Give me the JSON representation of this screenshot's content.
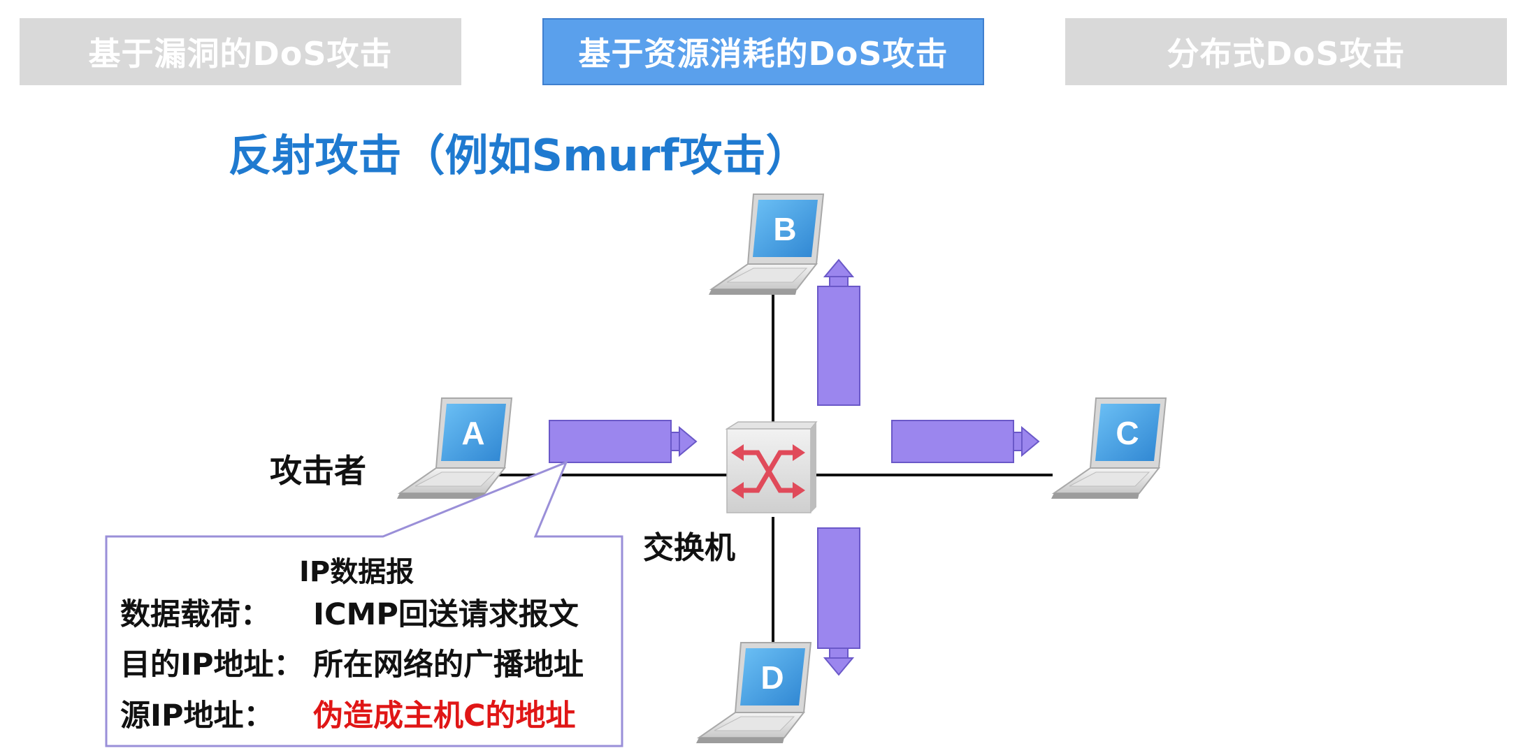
{
  "tabs": [
    {
      "label": "基于漏洞的DoS攻击",
      "active": false
    },
    {
      "label": "基于资源消耗的DoS攻击",
      "active": true
    },
    {
      "label": "分布式DoS攻击",
      "active": false
    }
  ],
  "title": "反射攻击（例如Smurf攻击）",
  "nodes": {
    "A": "A",
    "B": "B",
    "C": "C",
    "D": "D"
  },
  "attacker_label": "攻击者",
  "switch_label": "交换机",
  "packet": {
    "heading": "IP数据报",
    "rows": [
      {
        "label": "数据载荷：",
        "value": "ICMP回送请求报文"
      },
      {
        "label": "目的IP地址：",
        "value": "所在网络的广播地址"
      },
      {
        "label": "源IP地址：",
        "value": "伪造成主机C的地址"
      }
    ]
  },
  "colors": {
    "tab_active": "#5aa0ec",
    "tab_inactive": "#d9d9d9",
    "title": "#1f7ad0",
    "arrow_fill": "#9b86ee",
    "arrow_stroke": "#6a58c8",
    "spoofed_text": "#e01616",
    "laptop_screen": "#4aa3e6",
    "switch_arrows": "#e04a5a"
  },
  "icons": {
    "laptop": "laptop-icon",
    "switch": "network-switch-icon",
    "arrow": "packet-arrow-icon"
  }
}
